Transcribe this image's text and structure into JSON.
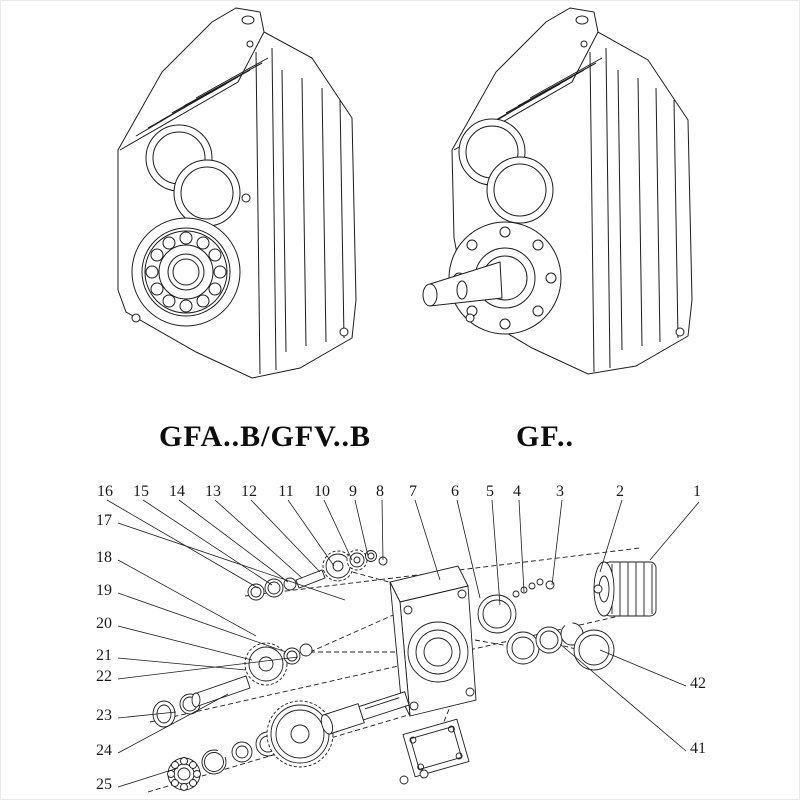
{
  "page": {
    "background": "#ffffff",
    "line_color": "#1c1c1c"
  },
  "figures": {
    "left": {
      "label": "GFA..B/GFV..B"
    },
    "right": {
      "label": "GF.."
    }
  },
  "exploded": {
    "top_row": [
      "16",
      "15",
      "14",
      "13",
      "12",
      "11",
      "10",
      "9",
      "8",
      "7",
      "6",
      "5",
      "4",
      "3",
      "2",
      "1"
    ],
    "left_col": [
      "17",
      "18",
      "19",
      "20",
      "21",
      "22",
      "23",
      "24",
      "25"
    ],
    "right_col": [
      "42",
      "41"
    ]
  }
}
